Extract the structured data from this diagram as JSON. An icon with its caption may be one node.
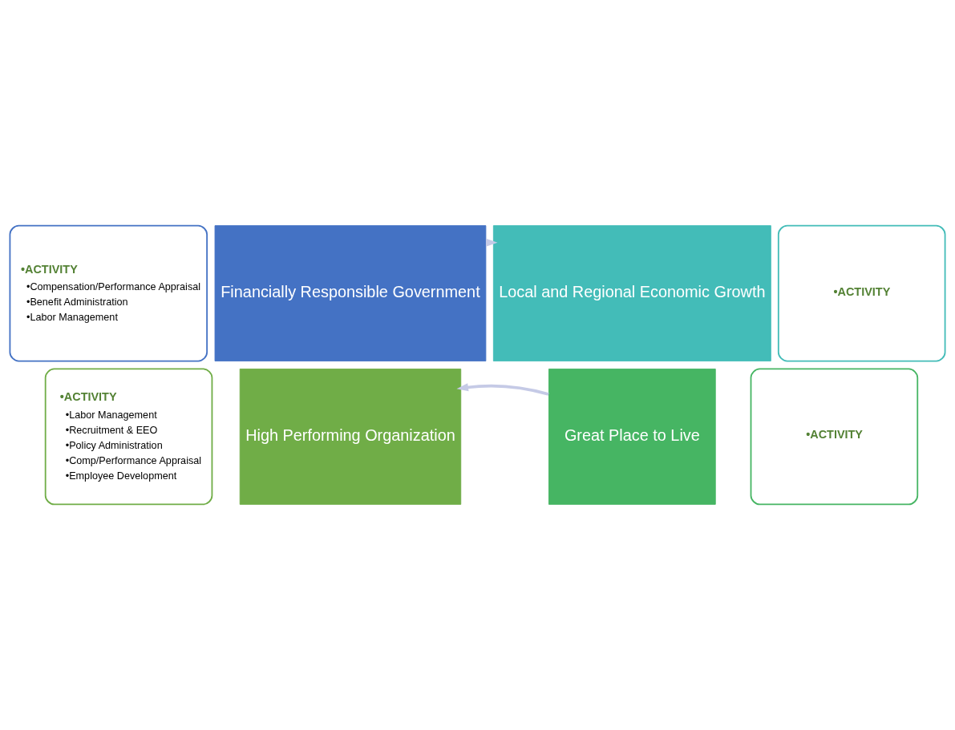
{
  "diagram": {
    "nodes": [
      {
        "text": [
          "•ACTIVITY",
          "•Compensation/Performance Appraisal",
          "•Benefit Administration",
          "•Labor Management"
        ]
      },
      {
        "text": [
          "•ACTIVITY"
        ]
      },
      {
        "text": [
          "Financially Responsible Government"
        ]
      },
      {
        "text": [
          "Local and Regional Economic Growth"
        ]
      },
      {
        "text": [
          "High Performing Organization"
        ]
      },
      {
        "text": [
          "Great Place to Live"
        ]
      },
      {
        "text": [
          "•ACTIVITY",
          "•Labor Management",
          "•Recruitment & EEO",
          "•Policy Administration",
          "•Comp/Performance Appraisal",
          "•Employee Development"
        ]
      },
      {
        "text": [
          "•ACTIVITY"
        ]
      }
    ],
    "edges": [
      {
        "from": 2,
        "to": 3,
        "arrow": "to"
      },
      {
        "from": 5,
        "to": 4,
        "arrow": "to"
      }
    ]
  }
}
